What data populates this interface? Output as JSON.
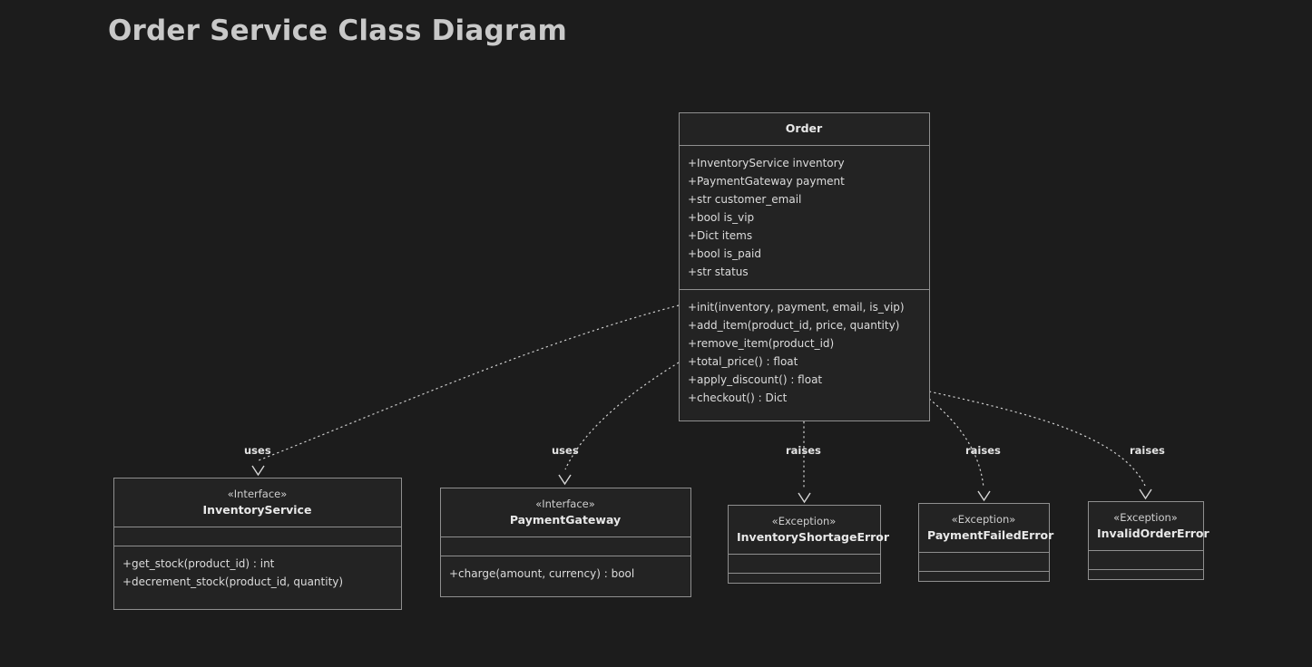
{
  "page": {
    "title": "Order Service Class Diagram",
    "background_color": "#1c1c1c",
    "box_fill_color": "#232323",
    "border_color": "#8f8f8f",
    "text_color": "#dcdcdc",
    "edge_color": "#d0d0d0"
  },
  "diagram": {
    "type": "uml-class-diagram",
    "classes": [
      {
        "id": "order",
        "name": "Order",
        "stereotype": "",
        "attributes": [
          "+InventoryService inventory",
          "+PaymentGateway payment",
          "+str customer_email",
          "+bool is_vip",
          "+Dict items",
          "+bool is_paid",
          "+str status"
        ],
        "methods": [
          "+init(inventory, payment, email, is_vip)",
          "+add_item(product_id, price, quantity)",
          "+remove_item(product_id)",
          "+total_price() : float",
          "+apply_discount() : float",
          "+checkout() : Dict"
        ]
      },
      {
        "id": "inventory-service",
        "name": "InventoryService",
        "stereotype": "«Interface»",
        "attributes": [],
        "methods": [
          "+get_stock(product_id) : int",
          "+decrement_stock(product_id, quantity)"
        ]
      },
      {
        "id": "payment-gateway",
        "name": "PaymentGateway",
        "stereotype": "«Interface»",
        "attributes": [],
        "methods": [
          "+charge(amount, currency) : bool"
        ]
      },
      {
        "id": "inventory-shortage-error",
        "name": "InventoryShortageError",
        "stereotype": "«Exception»",
        "attributes": [],
        "methods": []
      },
      {
        "id": "payment-failed-error",
        "name": "PaymentFailedError",
        "stereotype": "«Exception»",
        "attributes": [],
        "methods": []
      },
      {
        "id": "invalid-order-error",
        "name": "InvalidOrderError",
        "stereotype": "«Exception»",
        "attributes": [],
        "methods": []
      }
    ],
    "relationships": [
      {
        "from": "order",
        "to": "inventory-service",
        "label": "uses",
        "style": "dashed-dependency"
      },
      {
        "from": "order",
        "to": "payment-gateway",
        "label": "uses",
        "style": "dashed-dependency"
      },
      {
        "from": "order",
        "to": "inventory-shortage-error",
        "label": "raises",
        "style": "dashed-dependency"
      },
      {
        "from": "order",
        "to": "payment-failed-error",
        "label": "raises",
        "style": "dashed-dependency"
      },
      {
        "from": "order",
        "to": "invalid-order-error",
        "label": "raises",
        "style": "dashed-dependency"
      }
    ]
  }
}
